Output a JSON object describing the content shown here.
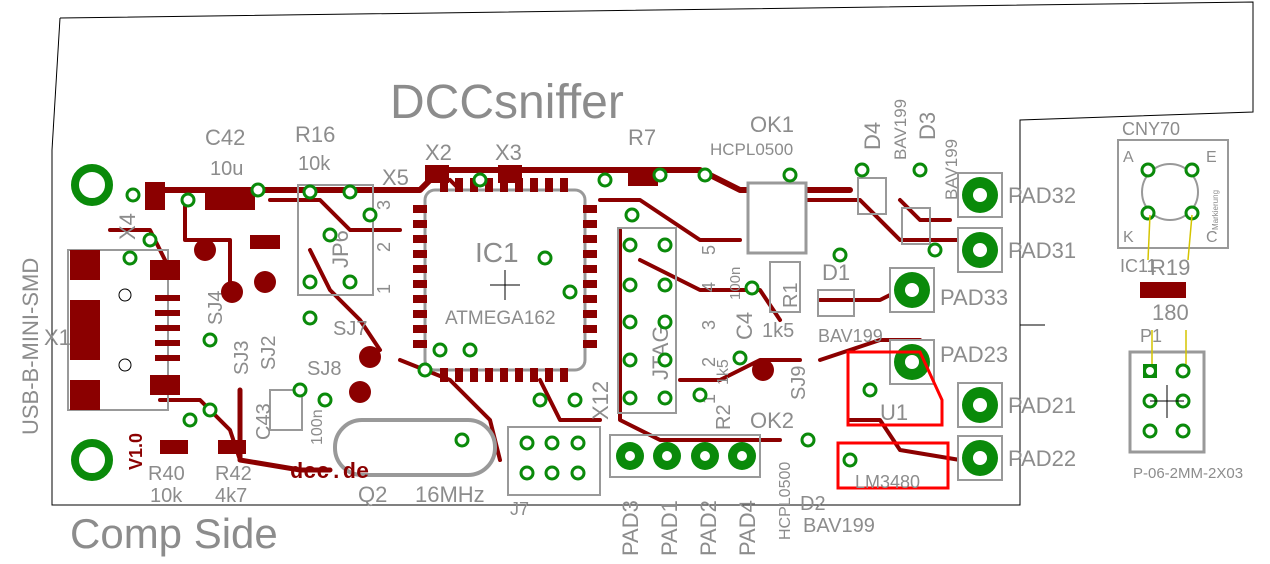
{
  "board": {
    "title": "DCCsniffer",
    "side": "Comp Side",
    "version_text": "V1.0",
    "url_text": "dcc.de",
    "colors": {
      "copper": "#8b0000",
      "via": "#0a8a0a",
      "silk": "#8c8c8c",
      "red": "#ff0000",
      "outline": "#000000"
    }
  },
  "components": {
    "c42": {
      "name": "C42",
      "value": "10u"
    },
    "r16": {
      "name": "R16",
      "value": "10k"
    },
    "x2": "X2",
    "x3": "X3",
    "x5": "X5",
    "r7": "R7",
    "ok1": {
      "name": "OK1",
      "value": "HCPL0500"
    },
    "d4": {
      "name": "D4",
      "value": "BAV199"
    },
    "d3": {
      "name": "D3",
      "value": "BAV199"
    },
    "x4": "X4",
    "ic1": {
      "name": "IC1",
      "value": "ATMEGA162"
    },
    "jp6": "JP6",
    "sj4": "SJ4",
    "sj3": "SJ3",
    "sj2": "SJ2",
    "sj7": "SJ7",
    "sj8": "SJ8",
    "sj9": "SJ9",
    "x1": {
      "name": "X1",
      "value": "USB-B-MINI-SMD"
    },
    "c43": {
      "name": "C43",
      "value": "100n"
    },
    "c4": {
      "name": "C4",
      "value": "100n"
    },
    "r1": {
      "name": "R1",
      "value": "1k5"
    },
    "r2": {
      "name": "R2",
      "value": "1k5"
    },
    "d1": {
      "name": "D1",
      "value": "BAV199"
    },
    "d2": {
      "name": "D2",
      "value": "BAV199"
    },
    "jtag": "JTAG",
    "x12": "X12",
    "ok2": {
      "name": "OK2",
      "value": "HCPL0500"
    },
    "u1": {
      "name": "U1",
      "value": "LM3480"
    },
    "q2": {
      "name": "Q2",
      "value": "16MHz"
    },
    "j7": "J7",
    "r40": {
      "name": "R40",
      "value": "10k"
    },
    "r42": {
      "name": "R42",
      "value": "4k7"
    },
    "pads_right": [
      "PAD32",
      "PAD31",
      "PAD33",
      "PAD23",
      "PAD21",
      "PAD22"
    ],
    "pads_bottom": [
      "PAD3",
      "PAD1",
      "PAD2",
      "PAD4"
    ],
    "jtag_pins": [
      "5",
      "4",
      "3",
      "2",
      "1"
    ],
    "jp6_pins": [
      "1",
      "2",
      "3"
    ]
  },
  "sidebar": {
    "cny70": "CNY70",
    "ic11": "IC11",
    "r19": {
      "name": "R19",
      "value": "180"
    },
    "p1": {
      "name": "P1",
      "value": "P-06-2MM-2X03"
    },
    "corner_labels": [
      "A",
      "E",
      "K",
      "C"
    ],
    "side_text": "Markierung"
  }
}
